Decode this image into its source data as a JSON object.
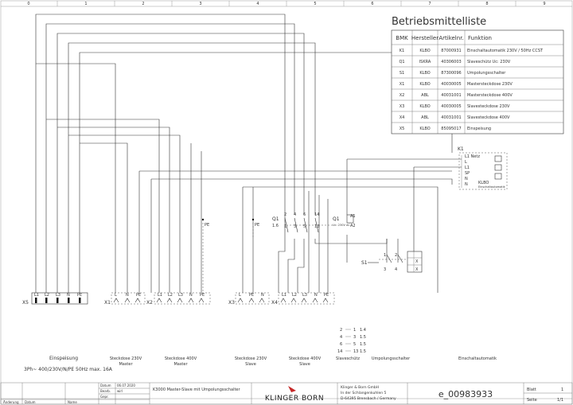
{
  "column_marks": [
    "0",
    "1",
    "2",
    "3",
    "4",
    "5",
    "6",
    "7",
    "8",
    "9"
  ],
  "bom": {
    "title": "Betriebsmittelliste",
    "headers": [
      "BMK",
      "Hersteller",
      "Artikelnr.",
      "Funktion"
    ],
    "rows": [
      [
        "K1",
        "KLBO",
        "87000931",
        "Einschaltautomatik 230V / 50Hz CCST"
      ],
      [
        "Q1",
        "ISKRA",
        "40306003",
        "Slaveschütz Uc: 230V"
      ],
      [
        "S1",
        "KLBO",
        "87300096",
        "Umpolungsschalter"
      ],
      [
        "X1",
        "KLBO",
        "40030005",
        "Mastersteckdose 230V"
      ],
      [
        "X2",
        "ABL",
        "40031001",
        "Mastersteckdose 400V"
      ],
      [
        "X3",
        "KLBO",
        "40030005",
        "Slavesteckdose 230V"
      ],
      [
        "X4",
        "ABL",
        "40031001",
        "Slavesteckdose 400V"
      ],
      [
        "X5",
        "KLBO",
        "85095017",
        "Einspeisung"
      ]
    ]
  },
  "labels": {
    "x5": "X5",
    "x1": "X1",
    "x2": "X2",
    "x3": "X3",
    "x4": "X4",
    "pe": "PE",
    "q1": "Q1",
    "q1_label": "Q1",
    "q1_coil_uc": "Uc: 230V AC",
    "a1": "A1",
    "a2": "A2",
    "s1": "S1",
    "k1": "K1",
    "klbo": "KLBO",
    "k1_sub": "Einschaltautomatik",
    "k1_terminals": [
      "L1 Netz",
      "L",
      "L1",
      "SP",
      "N",
      "N"
    ],
    "x5_terms": [
      "L1",
      "L2",
      "L3",
      "N",
      "PE"
    ],
    "x1_terms": [
      "L",
      "N",
      "PE"
    ],
    "x2_terms": [
      "L1",
      "L2",
      "L3",
      "N",
      "PE"
    ],
    "x3_terms": [
      "L",
      "PE",
      "N"
    ],
    "x4_terms": [
      "L1",
      "L2",
      "L3",
      "N",
      "PE"
    ],
    "contacts_top": [
      "2",
      "4",
      "6",
      "14"
    ],
    "contacts_bottom": [
      "1",
      "3",
      "5",
      "13"
    ],
    "q1_pos": "1.6",
    "s1_pins": [
      "1",
      "2",
      "3",
      "4"
    ]
  },
  "contact_table": [
    [
      "2",
      "1",
      "1.4"
    ],
    [
      "4",
      "3",
      "1.5"
    ],
    [
      "6",
      "5",
      "1.5"
    ],
    [
      "14",
      "13",
      "1.5"
    ]
  ],
  "captions": {
    "einspeisung": "Einspeisung",
    "einspeisung_spec": "3Ph~ 400/230V/N/PE 50Hz max. 16A",
    "st230_master": [
      "Steckdose 230V",
      "Master"
    ],
    "st400_master": [
      "Steckdose 400V",
      "Master"
    ],
    "st230_slave": [
      "Steckdose 230V",
      "Slave"
    ],
    "st400_slave": [
      "Steckdose 400V",
      "Slave"
    ],
    "slaveschuetz": "Slaveschütz",
    "umpolungsschalter": "Umpolungsschalter",
    "einschaltautomatik": "Einschaltautomatik"
  },
  "title_block": {
    "datum_label": "Datum",
    "datum": "06.07.2020",
    "bearb_label": "Bearb.",
    "bearb": "wirl",
    "gepr_label": "Gepr.",
    "aenderung": "Änderung",
    "datum2": "Datum",
    "name": "Name",
    "description": "K3000 Master-Slave mit Umpolungsschalter",
    "company_lines": [
      "Klinger & Born GmbH",
      "In der Schlangenkuhlen 5",
      "D-64395 Brensbach / Germany"
    ],
    "logo_text": "KLINGER BORN",
    "drawing_no": "e_00983933",
    "blatt_label": "Blatt",
    "blatt": "1",
    "seite_label": "Seite",
    "seite": "1/1"
  }
}
